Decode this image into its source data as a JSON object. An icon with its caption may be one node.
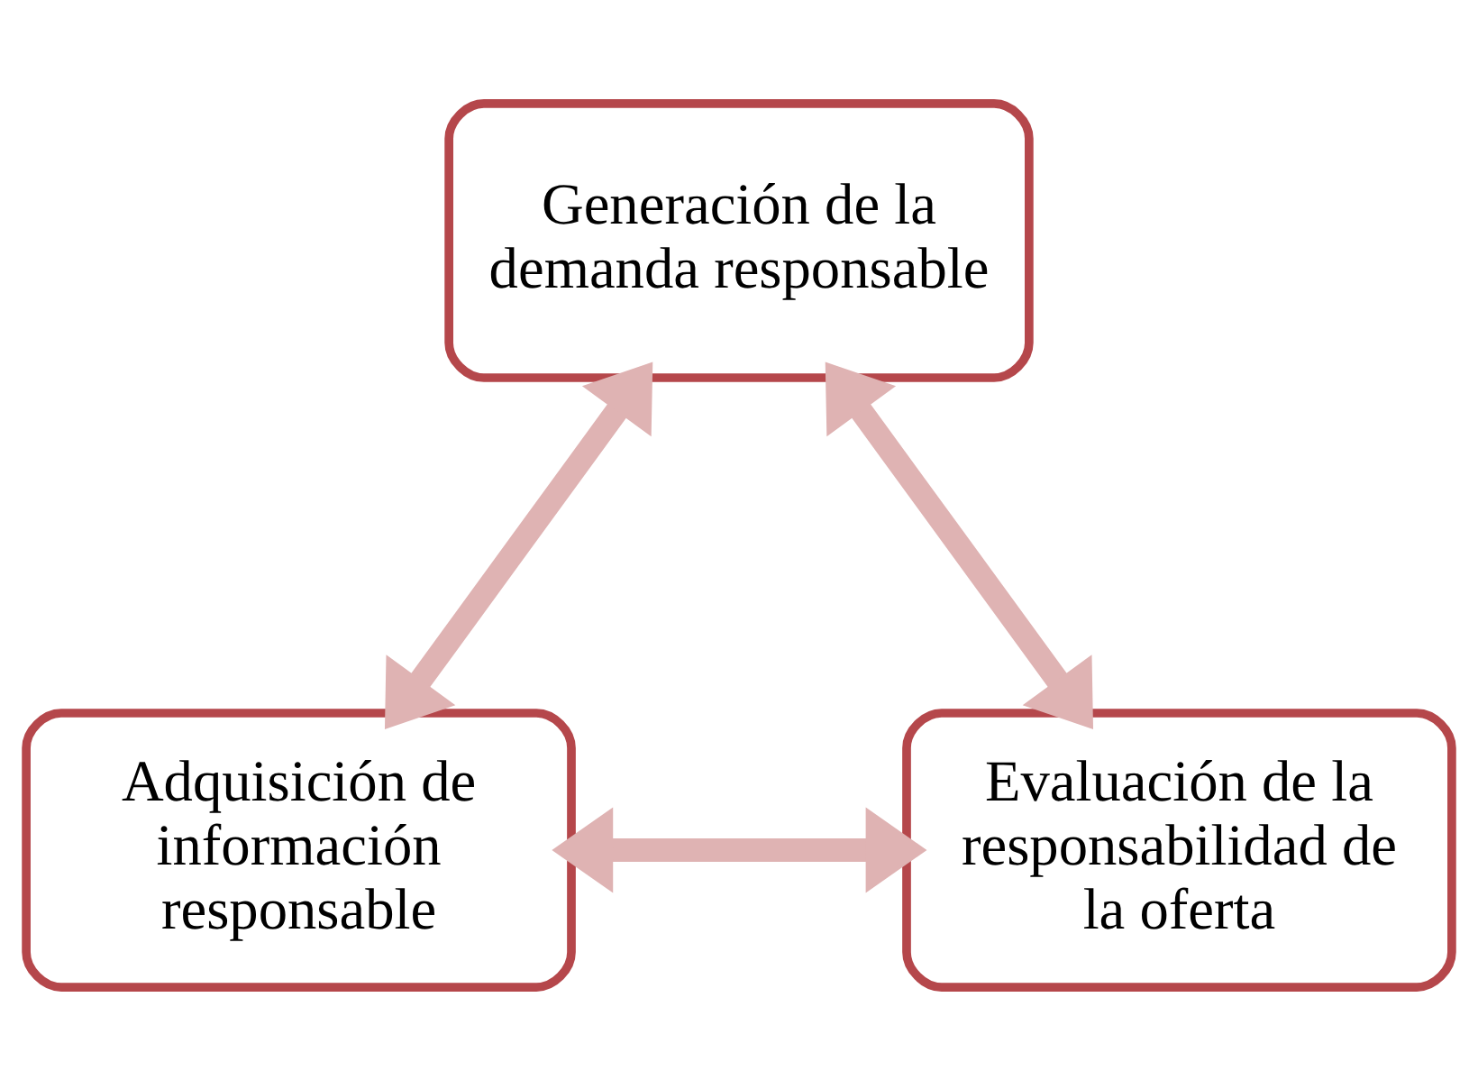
{
  "diagram": {
    "nodes": [
      {
        "text": [
          "Generación de la demanda responsable"
        ]
      },
      {
        "text": [
          "Evaluación de la responsabilidad de la oferta"
        ]
      },
      {
        "text": [
          "Adquisición de información responsable"
        ]
      }
    ],
    "edges": [
      {
        "from": 1,
        "to": 0,
        "arrow": "both"
      },
      {
        "from": 0,
        "to": 2,
        "arrow": "both"
      },
      {
        "from": 1,
        "to": 2,
        "arrow": "both"
      }
    ]
  }
}
